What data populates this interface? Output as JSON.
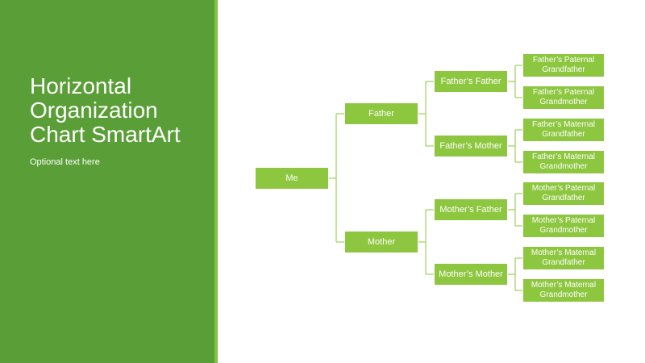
{
  "slide": {
    "title": "Horizontal Organization Chart SmartArt",
    "subtitle": "Optional text here"
  },
  "colors": {
    "panel": "#5a9e37",
    "stripe": "#7fc242",
    "node": "#8dc63f",
    "connector": "#8dc63f",
    "text": "#ffffff"
  },
  "tree": {
    "root": "Me",
    "parents": [
      {
        "label": "Father"
      },
      {
        "label": "Mother"
      }
    ],
    "grandparents": [
      {
        "label": "Father’s Father"
      },
      {
        "label": "Father’s Mother"
      },
      {
        "label": "Mother’s Father"
      },
      {
        "label": "Mother’s Mother"
      }
    ],
    "great_grandparents": [
      {
        "label": "Father’s Paternal Grandfather"
      },
      {
        "label": "Father’s Paternal Grandmother"
      },
      {
        "label": "Father’s Maternal Grandfather"
      },
      {
        "label": "Father’s Maternal Grandmother"
      },
      {
        "label": "Mother’s Paternal Grandfather"
      },
      {
        "label": "Mother’s Paternal Grandmother"
      },
      {
        "label": "Mother’s Maternal Grandfather"
      },
      {
        "label": "Mother’s Maternal Grandmother"
      }
    ]
  }
}
